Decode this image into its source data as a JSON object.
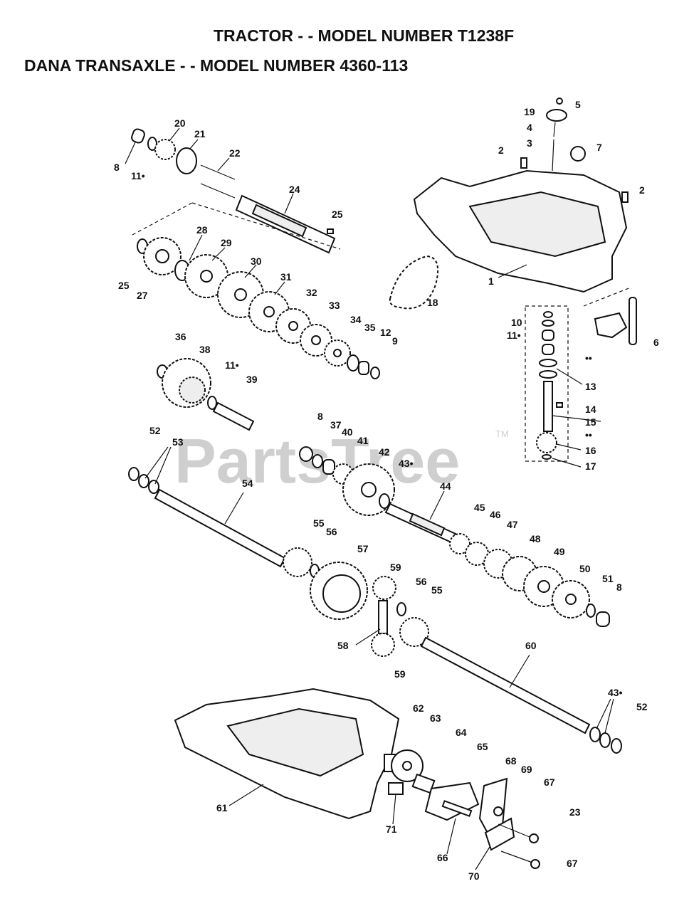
{
  "title": {
    "line1": "TRACTOR - - MODEL NUMBER T1238F",
    "line2": "DANA  TRANSAXLE - - MODEL NUMBER 4360-113"
  },
  "watermark": {
    "text": "PartsTree",
    "tm": "TM"
  },
  "callouts": [
    {
      "id": "c-20",
      "text": "20"
    },
    {
      "id": "c-21",
      "text": "21"
    },
    {
      "id": "c-8a",
      "text": "8"
    },
    {
      "id": "c-11a",
      "text": "11•"
    },
    {
      "id": "c-22",
      "text": "22"
    },
    {
      "id": "c-24",
      "text": "24"
    },
    {
      "id": "c-25a",
      "text": "25"
    },
    {
      "id": "c-28",
      "text": "28"
    },
    {
      "id": "c-29",
      "text": "29"
    },
    {
      "id": "c-25b",
      "text": "25"
    },
    {
      "id": "c-27",
      "text": "27"
    },
    {
      "id": "c-30",
      "text": "30"
    },
    {
      "id": "c-31",
      "text": "31"
    },
    {
      "id": "c-32",
      "text": "32"
    },
    {
      "id": "c-33",
      "text": "33"
    },
    {
      "id": "c-34",
      "text": "34"
    },
    {
      "id": "c-35",
      "text": "35"
    },
    {
      "id": "c-12",
      "text": "12"
    },
    {
      "id": "c-9",
      "text": "9"
    },
    {
      "id": "c-18",
      "text": "18"
    },
    {
      "id": "c-19",
      "text": "19"
    },
    {
      "id": "c-5",
      "text": "5"
    },
    {
      "id": "c-4",
      "text": "4"
    },
    {
      "id": "c-3",
      "text": "3"
    },
    {
      "id": "c-2a",
      "text": "2"
    },
    {
      "id": "c-7",
      "text": "7"
    },
    {
      "id": "c-2b",
      "text": "2"
    },
    {
      "id": "c-1",
      "text": "1"
    },
    {
      "id": "c-10",
      "text": "10"
    },
    {
      "id": "c-11b",
      "text": "11•"
    },
    {
      "id": "c-ss1",
      "text": "••"
    },
    {
      "id": "c-13",
      "text": "13"
    },
    {
      "id": "c-6",
      "text": "6"
    },
    {
      "id": "c-14",
      "text": "14"
    },
    {
      "id": "c-15",
      "text": "15"
    },
    {
      "id": "c-ss2",
      "text": "••"
    },
    {
      "id": "c-16",
      "text": "16"
    },
    {
      "id": "c-17",
      "text": "17"
    },
    {
      "id": "c-36",
      "text": "36"
    },
    {
      "id": "c-38",
      "text": "38"
    },
    {
      "id": "c-11c",
      "text": "11•"
    },
    {
      "id": "c-39",
      "text": "39"
    },
    {
      "id": "c-52a",
      "text": "52"
    },
    {
      "id": "c-53",
      "text": "53"
    },
    {
      "id": "c-54",
      "text": "54"
    },
    {
      "id": "c-8b",
      "text": "8"
    },
    {
      "id": "c-37",
      "text": "37"
    },
    {
      "id": "c-40",
      "text": "40"
    },
    {
      "id": "c-41",
      "text": "41"
    },
    {
      "id": "c-42",
      "text": "42"
    },
    {
      "id": "c-43a",
      "text": "43•"
    },
    {
      "id": "c-44",
      "text": "44"
    },
    {
      "id": "c-55a",
      "text": "55"
    },
    {
      "id": "c-56a",
      "text": "56"
    },
    {
      "id": "c-45",
      "text": "45"
    },
    {
      "id": "c-46",
      "text": "46"
    },
    {
      "id": "c-47",
      "text": "47"
    },
    {
      "id": "c-48",
      "text": "48"
    },
    {
      "id": "c-49",
      "text": "49"
    },
    {
      "id": "c-50",
      "text": "50"
    },
    {
      "id": "c-51",
      "text": "51"
    },
    {
      "id": "c-8c",
      "text": "8"
    },
    {
      "id": "c-57",
      "text": "57"
    },
    {
      "id": "c-59a",
      "text": "59"
    },
    {
      "id": "c-56b",
      "text": "56"
    },
    {
      "id": "c-55b",
      "text": "55"
    },
    {
      "id": "c-58",
      "text": "58"
    },
    {
      "id": "c-59b",
      "text": "59"
    },
    {
      "id": "c-60",
      "text": "60"
    },
    {
      "id": "c-43b",
      "text": "43•"
    },
    {
      "id": "c-52b",
      "text": "52"
    },
    {
      "id": "c-62",
      "text": "62"
    },
    {
      "id": "c-63",
      "text": "63"
    },
    {
      "id": "c-64",
      "text": "64"
    },
    {
      "id": "c-65",
      "text": "65"
    },
    {
      "id": "c-68",
      "text": "68"
    },
    {
      "id": "c-69",
      "text": "69"
    },
    {
      "id": "c-67a",
      "text": "67"
    },
    {
      "id": "c-61",
      "text": "61"
    },
    {
      "id": "c-23",
      "text": "23"
    },
    {
      "id": "c-71",
      "text": "71"
    },
    {
      "id": "c-66",
      "text": "66"
    },
    {
      "id": "c-70",
      "text": "70"
    },
    {
      "id": "c-67b",
      "text": "67"
    }
  ]
}
